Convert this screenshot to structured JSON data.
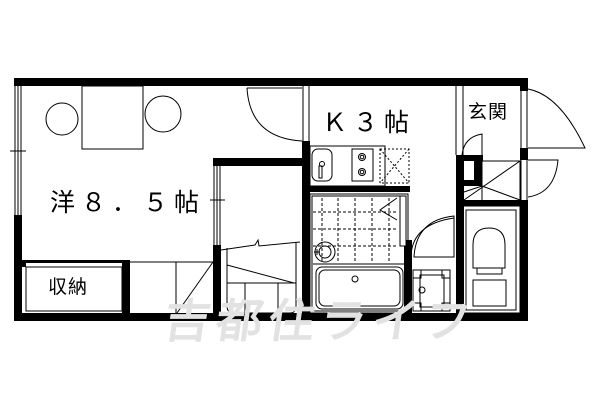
{
  "floorplan": {
    "rooms": [
      {
        "id": "western-room",
        "label": "洋８．５帖",
        "type": "Western-style room",
        "size_jo": 8.5
      },
      {
        "id": "kitchen",
        "label": "Ｋ３帖",
        "type": "Kitchen",
        "size_jo": 3
      },
      {
        "id": "entrance",
        "label": "玄関",
        "type": "Entrance"
      },
      {
        "id": "storage",
        "label": "収納",
        "type": "Storage closet"
      }
    ],
    "fixtures": [
      "table",
      "chairs",
      "stove",
      "sink",
      "refrigerator-space",
      "bathtub",
      "washbasin",
      "washing-machine-space",
      "toilet",
      "shoe-cabinet",
      "stairs"
    ],
    "watermark": "吉都住ライフ",
    "colors": {
      "wall": "#000000",
      "background": "#ffffff",
      "watermark": "#e2e2e2"
    }
  }
}
